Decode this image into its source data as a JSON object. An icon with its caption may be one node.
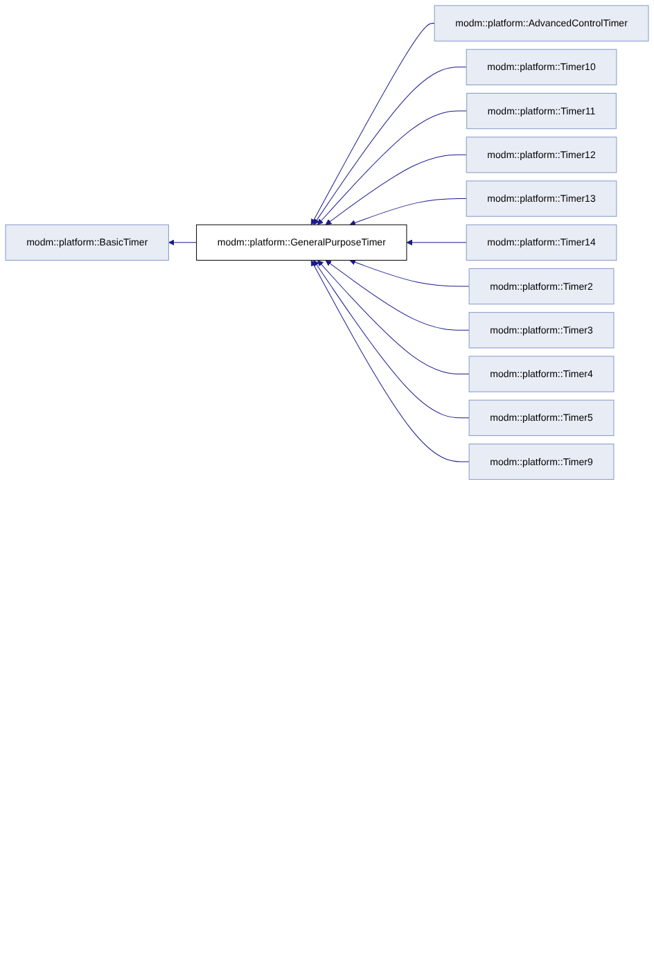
{
  "diagram": {
    "nodes": [
      {
        "text": [
          "modm::platform::BasicTimer"
        ]
      },
      {
        "text": [
          "modm::platform::GeneralPurposeTimer"
        ]
      },
      {
        "text": [
          "modm::platform::AdvancedControlTimer"
        ]
      },
      {
        "text": [
          "modm::platform::Timer10"
        ]
      },
      {
        "text": [
          "modm::platform::Timer11"
        ]
      },
      {
        "text": [
          "modm::platform::Timer12"
        ]
      },
      {
        "text": [
          "modm::platform::Timer13"
        ]
      },
      {
        "text": [
          "modm::platform::Timer14"
        ]
      },
      {
        "text": [
          "modm::platform::Timer2"
        ]
      },
      {
        "text": [
          "modm::platform::Timer3"
        ]
      },
      {
        "text": [
          "modm::platform::Timer4"
        ]
      },
      {
        "text": [
          "modm::platform::Timer5"
        ]
      },
      {
        "text": [
          "modm::platform::Timer9"
        ]
      }
    ],
    "edges": [
      {
        "from": 1,
        "to": 0,
        "arrow": "to"
      },
      {
        "from": 2,
        "to": 1,
        "arrow": "to"
      },
      {
        "from": 3,
        "to": 1,
        "arrow": "to"
      },
      {
        "from": 4,
        "to": 1,
        "arrow": "to"
      },
      {
        "from": 5,
        "to": 1,
        "arrow": "to"
      },
      {
        "from": 6,
        "to": 1,
        "arrow": "to"
      },
      {
        "from": 7,
        "to": 1,
        "arrow": "to"
      },
      {
        "from": 8,
        "to": 1,
        "arrow": "to"
      },
      {
        "from": 9,
        "to": 1,
        "arrow": "to"
      },
      {
        "from": 10,
        "to": 1,
        "arrow": "to"
      },
      {
        "from": 11,
        "to": 1,
        "arrow": "to"
      },
      {
        "from": 12,
        "to": 1,
        "arrow": "to"
      }
    ]
  }
}
